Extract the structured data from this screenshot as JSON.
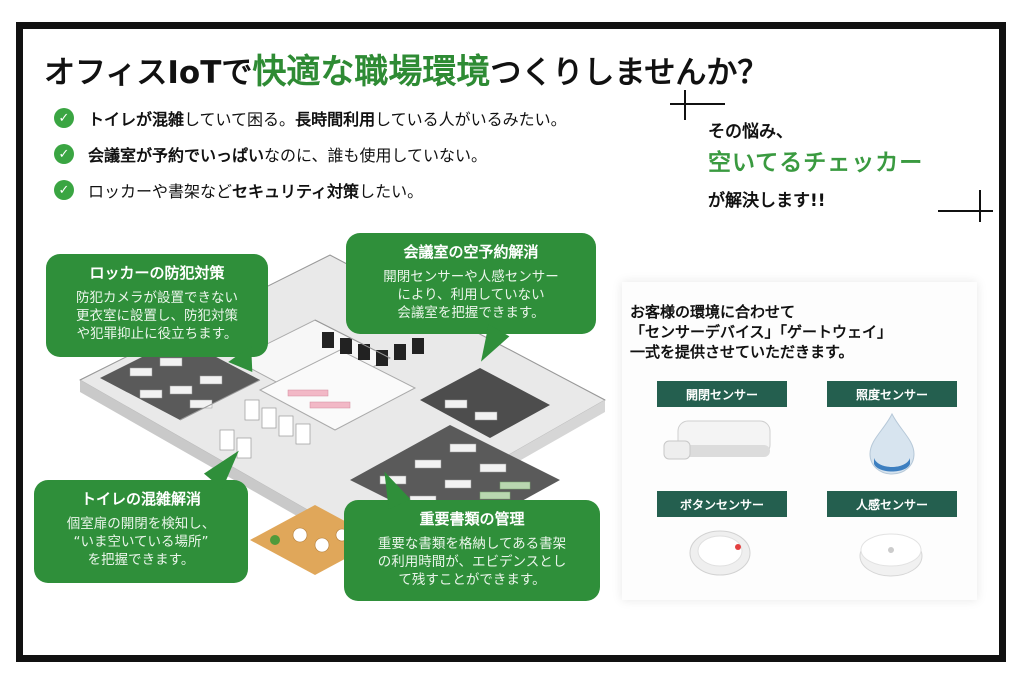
{
  "headline": {
    "part1": "オフィスIoTで",
    "accent": "快適な職場環境",
    "part2": "つくりしませんか？"
  },
  "bullets": [
    {
      "b1": "トイレが混雑",
      "t1": "していて困る。",
      "b2": "長時間利用",
      "t2": "している人がいるみたい。"
    },
    {
      "b1": "会議室が予約でいっぱい",
      "t1": "なのに、誰も使用していない。",
      "b2": "",
      "t2": ""
    },
    {
      "b1": "",
      "t1": "ロッカーや書架など",
      "b2": "セキュリティ対策",
      "t2": "したい。"
    }
  ],
  "solution": {
    "line1": "その悩み、",
    "product": "空いてるチェッカー",
    "line3": "が解決します!!"
  },
  "callouts": {
    "locker": {
      "title": "ロッカーの防犯対策",
      "text": "防犯カメラが設置できない\n更衣室に設置し、防犯対策\nや犯罪抑止に役立ちます。"
    },
    "meeting": {
      "title": "会議室の空予約解消",
      "text": "開閉センサーや人感センサー\nにより、利用していない\n会議室を把握できます。"
    },
    "toilet": {
      "title": "トイレの混雑解消",
      "text": "個室扉の開閉を検知し、\n“いま空いている場所”\nを把握できます。"
    },
    "documents": {
      "title": "重要書類の管理",
      "text": "重要な書類を格納してある書架\nの利用時間が、エビデンスとし\nて残すことができます。"
    }
  },
  "products": {
    "intro": "お客様の環境に合わせて\n「センサーデバイス」「ゲートウェイ」\n一式を提供させていただきます。",
    "items": [
      {
        "label": "開閉センサー"
      },
      {
        "label": "照度センサー"
      },
      {
        "label": "ボタンセンサー"
      },
      {
        "label": "人感センサー"
      }
    ]
  },
  "colors": {
    "accent": "#2e8b34",
    "callout": "#2f8f3a",
    "badge": "#245f4f",
    "frame": "#111111"
  }
}
